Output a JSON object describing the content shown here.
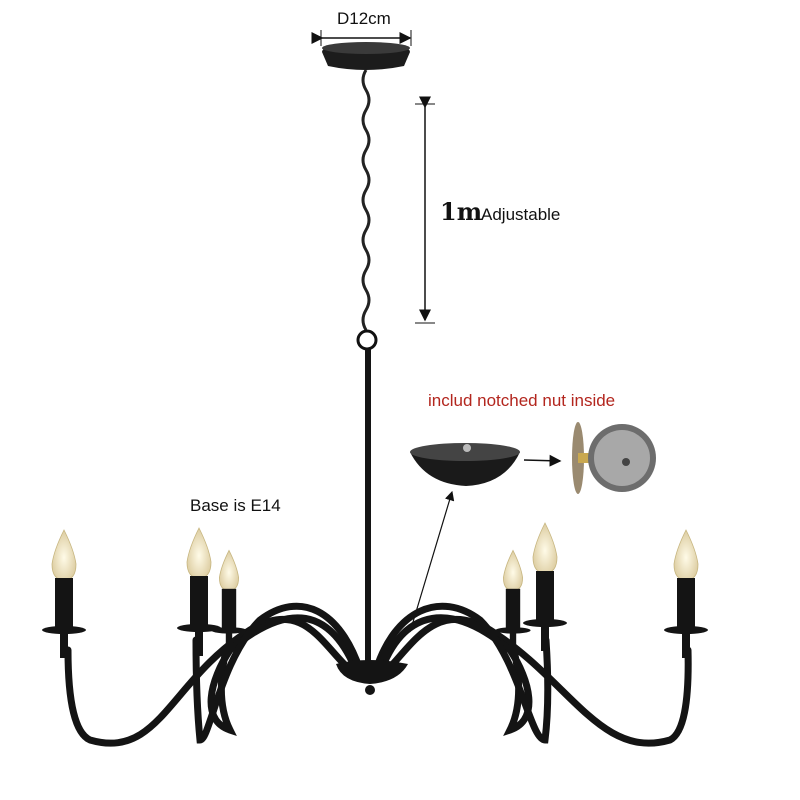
{
  "annotations": {
    "canopy_diameter": "D12cm",
    "length_value": "1m",
    "length_label": "Adjustable",
    "nut_note": "includ notched nut inside",
    "base_note": "Base is E14"
  },
  "colors": {
    "metal": "#141414",
    "note": "#b3261e",
    "bulb": "#f3e7c6"
  }
}
